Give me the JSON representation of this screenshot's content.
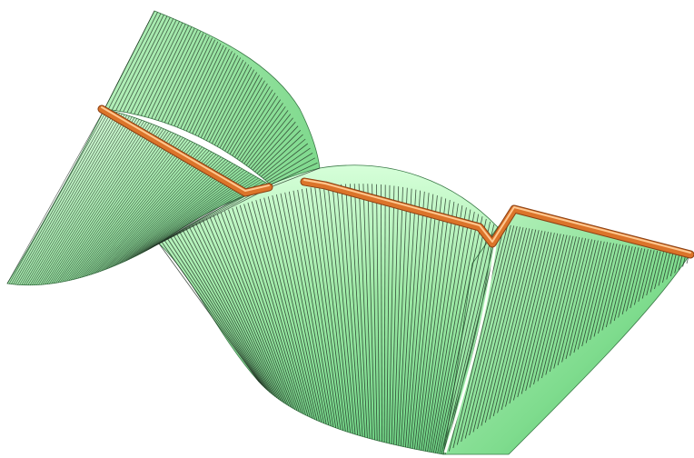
{
  "figure": {
    "description_text": "",
    "colors": {
      "background": "#ffffff",
      "surface_light": "#e6ffe6",
      "surface_mid": "#8fe49a",
      "surface_dark": "#3da85a",
      "rulings": "#1d2b1f",
      "curve": "#d9782f",
      "curve_highlight": "#ffd0a0",
      "curve_shadow": "#8a3f12"
    },
    "elements": {
      "surface": "ruled-surface",
      "curve": "polyline-tube",
      "crease": "sharp-edge"
    }
  }
}
